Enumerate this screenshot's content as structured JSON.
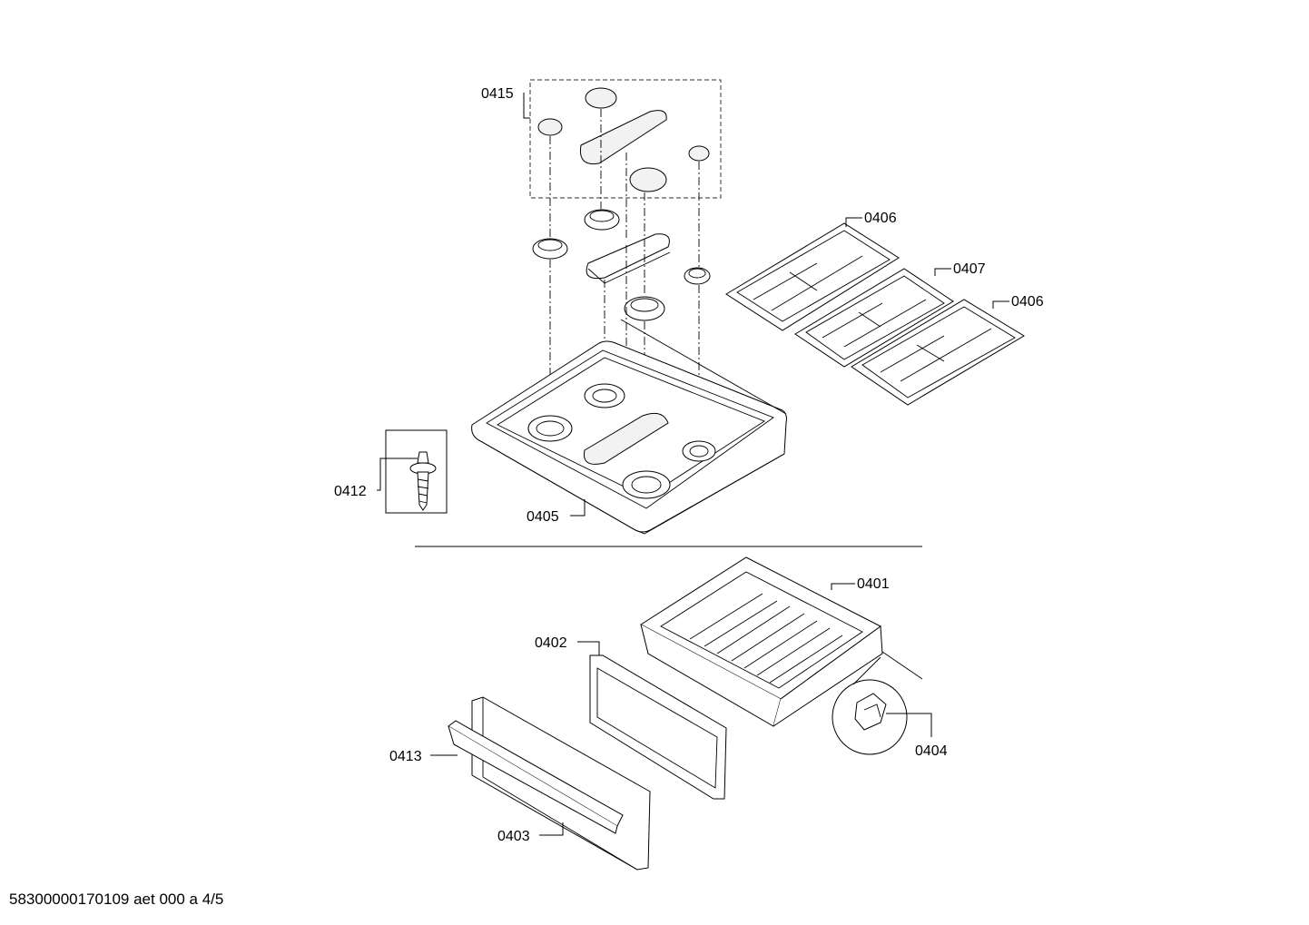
{
  "labels": {
    "p0415": "0415",
    "p0406a": "0406",
    "p0407": "0407",
    "p0406b": "0406",
    "p0412": "0412",
    "p0405": "0405",
    "p0401": "0401",
    "p0402": "0402",
    "p0404": "0404",
    "p0413": "0413",
    "p0403": "0403"
  },
  "footer": "58300000170109 aet 000 a 4/5"
}
